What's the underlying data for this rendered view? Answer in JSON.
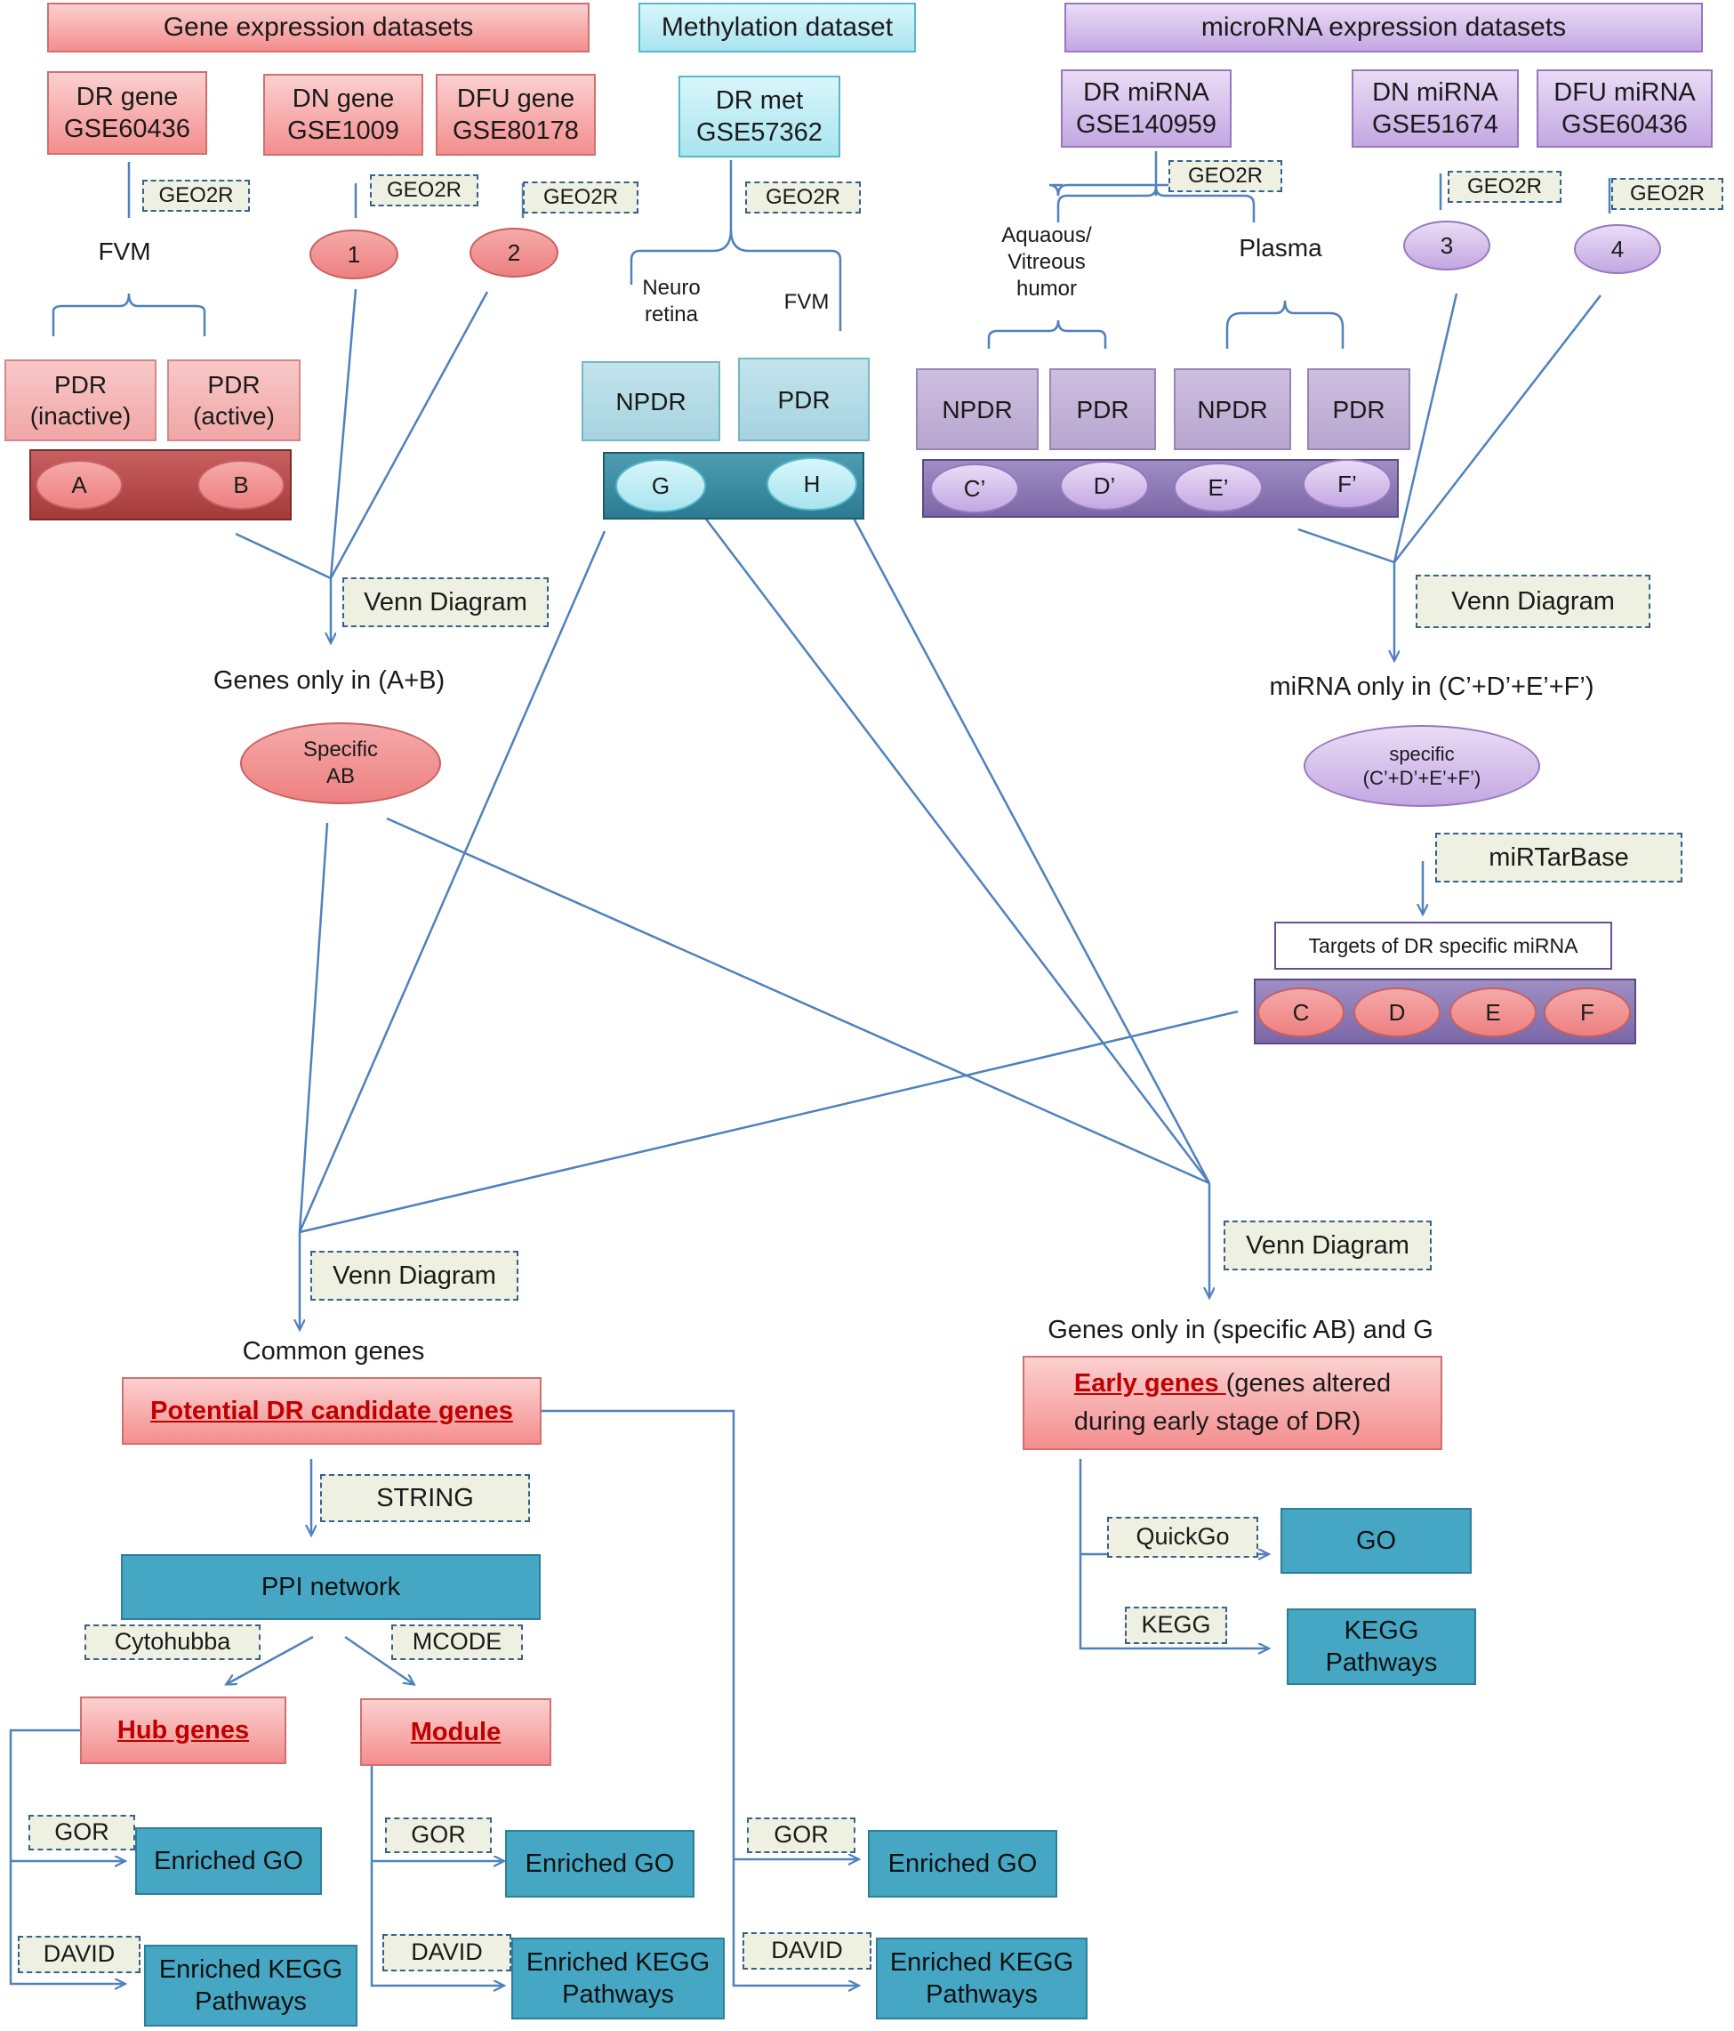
{
  "headers": {
    "gene": "Gene expression datasets",
    "methylation": "Methylation dataset",
    "mirna": "microRNA expression datasets"
  },
  "datasets": {
    "dr_gene": "DR gene\nGSE60436",
    "dn_gene": "DN gene\nGSE1009",
    "dfu_gene": "DFU gene\nGSE80178",
    "dr_met": "DR met\nGSE57362",
    "dr_mirna": "DR miRNA\nGSE140959",
    "dn_mirna": "DN miRNA\nGSE51674",
    "dfu_mirna": "DFU miRNA\nGSE60436"
  },
  "tools": {
    "geo2r": "GEO2R",
    "venn": "Venn Diagram",
    "mirtarbase": "miRTarBase",
    "string": "STRING",
    "cytohubba": "Cytohubba",
    "mcode": "MCODE",
    "gor": "GOR",
    "david": "DAVID",
    "quickgo": "QuickGo",
    "kegg": "KEGG"
  },
  "labels": {
    "fvm": "FVM",
    "neuro_retina": "Neuro\nretina",
    "fvm_met": "FVM",
    "aqueous": "Aquaous/\nVitreous\nhumor",
    "plasma": "Plasma",
    "pdr_inactive": "PDR\n(inactive)",
    "pdr_active": "PDR\n(active)",
    "npdr": "NPDR",
    "pdr": "PDR",
    "genes_only_ab": "Genes only in (A+B)",
    "specific_ab": "Specific\nAB",
    "mirna_only": "miRNA only in (C’+D’+E’+F’)",
    "specific_cdef": "specific\n(C’+D’+E’+F’)",
    "targets": "Targets of DR specific miRNA",
    "common_genes": "Common genes",
    "potential": "Potential DR candidate genes",
    "genes_only_ab_g": "Genes only in (specific AB) and G",
    "early_genes": "Early genes ",
    "early_desc": "(genes altered\nduring early stage of DR)",
    "ppi": "PPI network",
    "hub": "Hub genes",
    "module": "Module",
    "enriched_go": "Enriched GO",
    "enriched_kegg": "Enriched KEGG\nPathways",
    "go": "GO",
    "kegg_pathways": "KEGG\nPathways"
  },
  "markers": {
    "n1": "1",
    "n2": "2",
    "n3": "3",
    "n4": "4",
    "a": "A",
    "b": "B",
    "g": "G",
    "h": "H",
    "c_p": "C’",
    "d_p": "D’",
    "e_p": "E’",
    "f_p": "F’",
    "c": "C",
    "d": "D",
    "e": "E",
    "f": "F"
  }
}
